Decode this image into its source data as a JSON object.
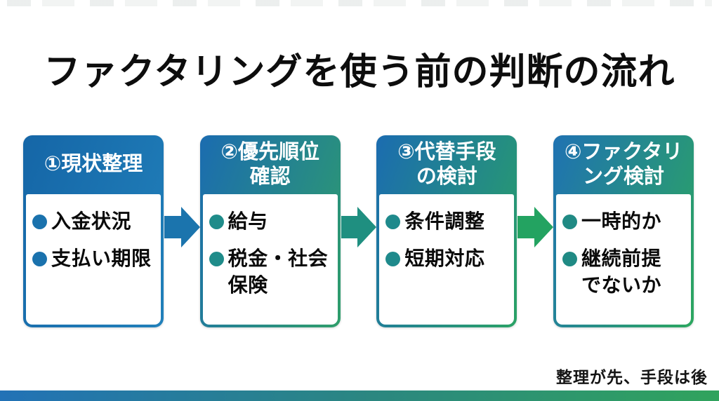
{
  "title": "ファクタリングを使う前の判断の流れ",
  "flow": {
    "steps": [
      {
        "id": 1,
        "header_lines": [
          "①現状整理",
          ""
        ],
        "bullets": [
          "入金状況",
          "支払い期限"
        ]
      },
      {
        "id": 2,
        "header_lines": [
          "②優先順位",
          "確認"
        ],
        "bullets": [
          "給与",
          "税金・社会\n保険"
        ]
      },
      {
        "id": 3,
        "header_lines": [
          "③代替手段",
          "の検討"
        ],
        "bullets": [
          "条件調整",
          "短期対応"
        ]
      },
      {
        "id": 4,
        "header_lines": [
          "④ファクタリ",
          "ング検討"
        ],
        "bullets": [
          "一時的か",
          "継続前提\nでないか"
        ]
      }
    ]
  },
  "footer": {
    "tagline": "整理が先、手段は後"
  },
  "colors": {
    "title_text": "#0d0d0d",
    "header_text": "#ffffff",
    "step1_gradient": [
      "#1566a7",
      "#2180ba"
    ],
    "step2_gradient": [
      "#1b6cb0",
      "#2f9e6a"
    ],
    "step3_gradient": [
      "#1b6cb0",
      "#2aa265"
    ],
    "step4_gradient": [
      "#1f72b2",
      "#2ca75f"
    ],
    "step1_dot": "#1a72ad",
    "step2_dot": "#1f8c8a",
    "step3_dot": "#1f8a8c",
    "step4_dot": "#208a84",
    "arrow1": "#1b74ad",
    "arrow2": "#1f8f80",
    "arrow3": "#23a361",
    "bottom_bar_gradient": [
      "#2272b6",
      "#2b8780",
      "#30a35d"
    ]
  }
}
